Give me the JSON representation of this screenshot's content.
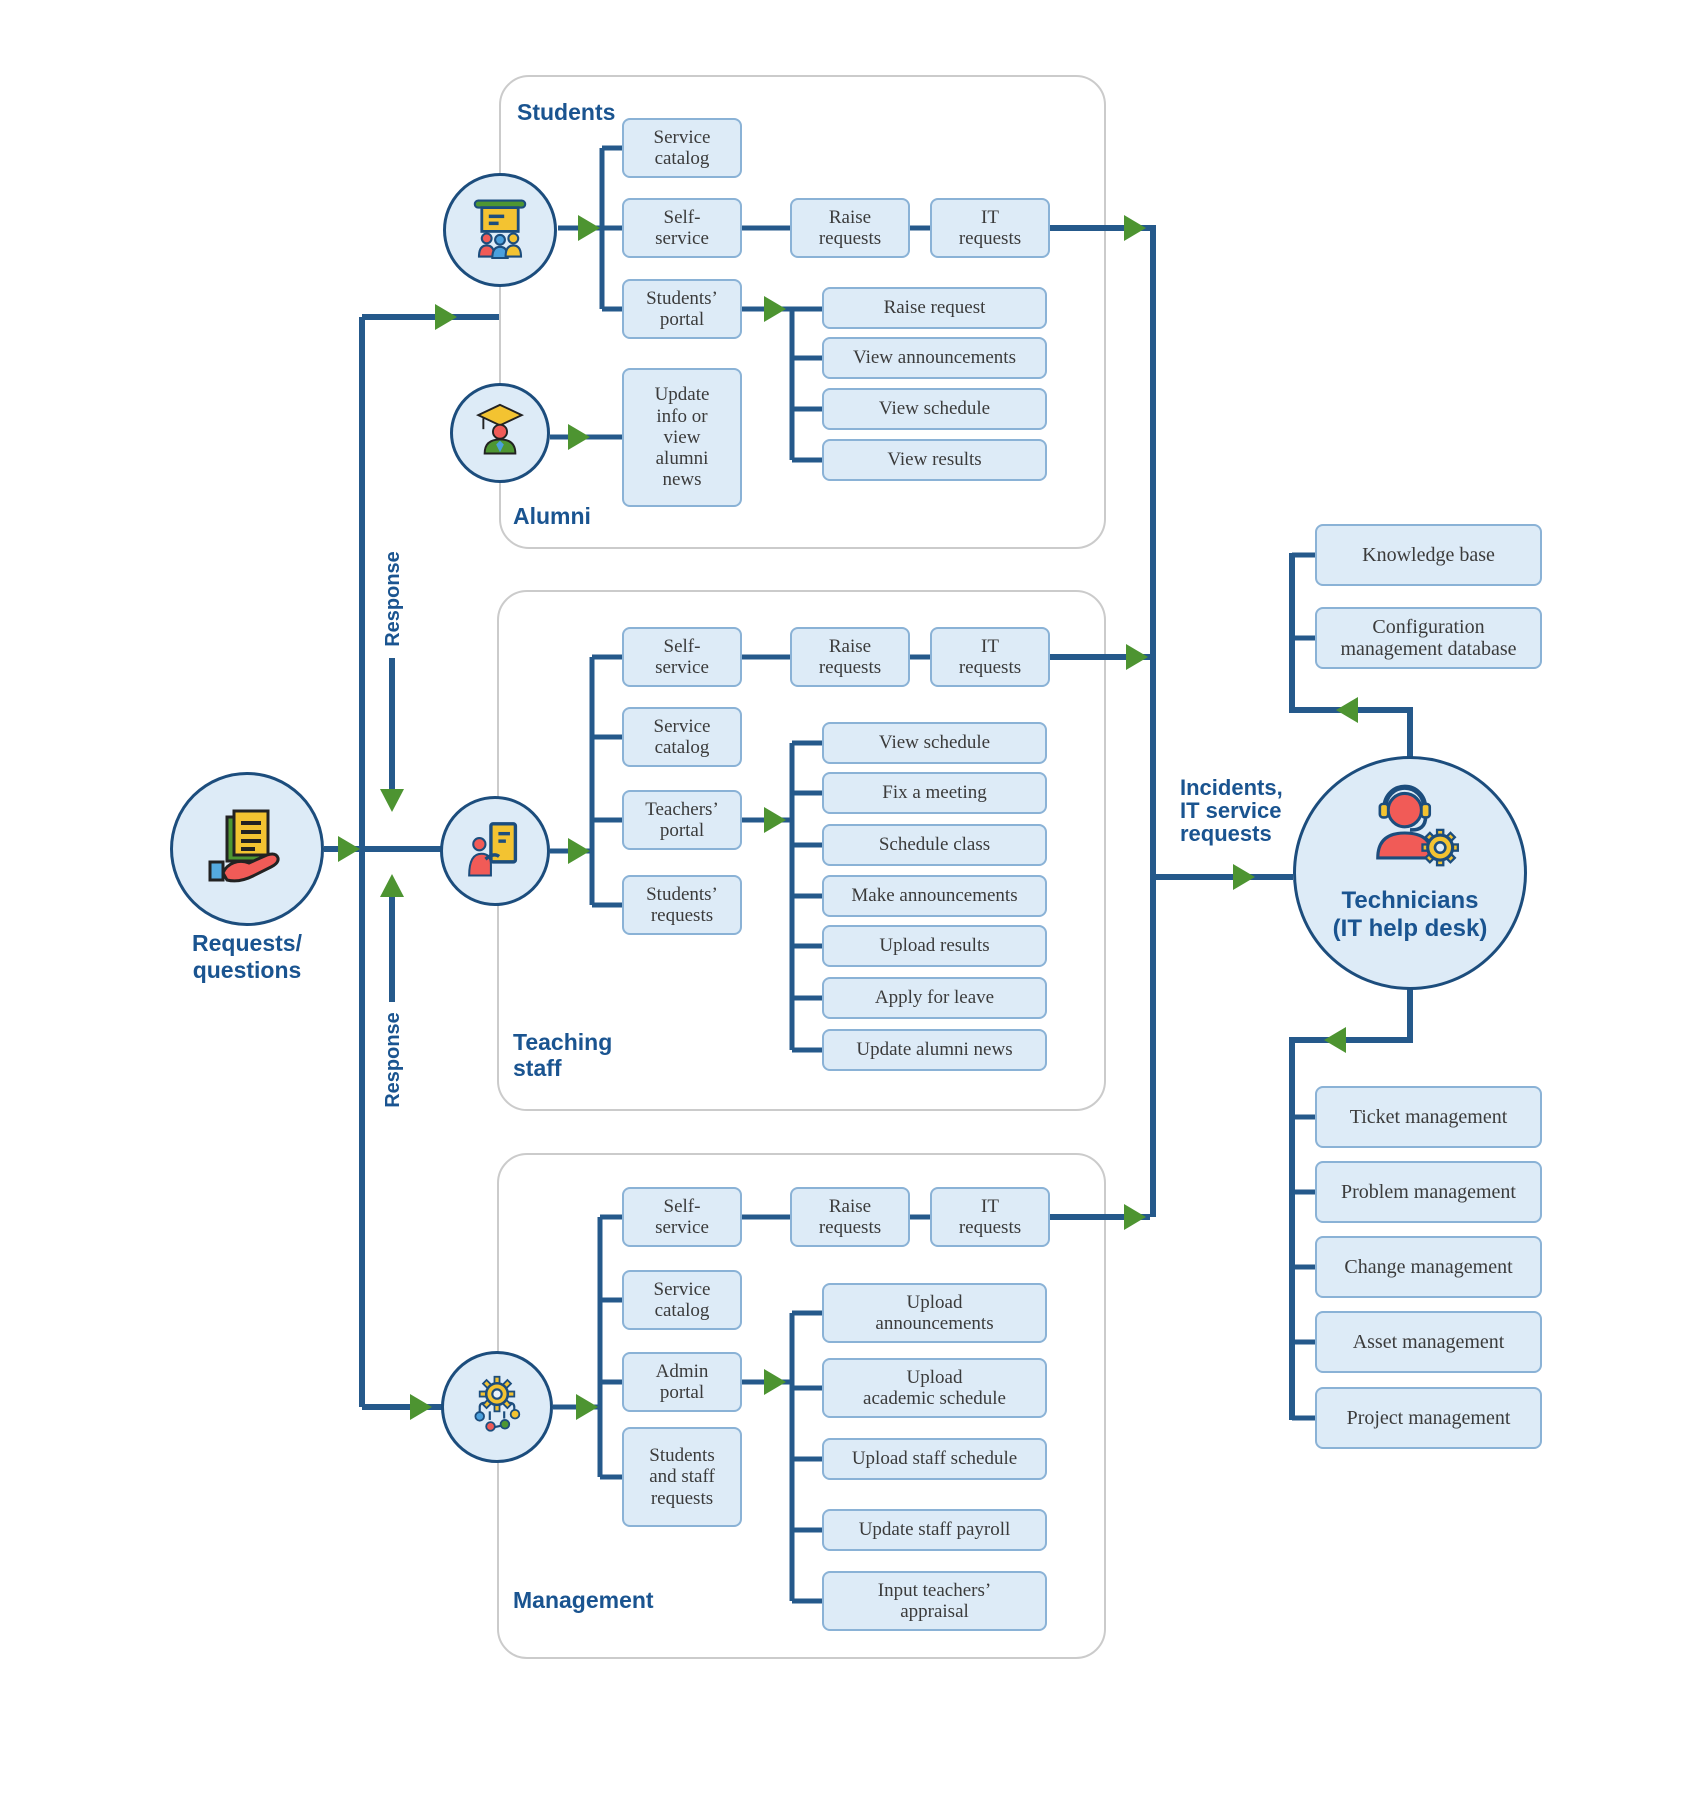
{
  "left": {
    "requests_label": "Requests/\nquestions",
    "response_label_top": "Response",
    "response_label_bottom": "Response"
  },
  "sections": {
    "students": {
      "title": "Students",
      "service_catalog": "Service\ncatalog",
      "self_service": "Self-\nservice",
      "raise_requests": "Raise\nrequests",
      "it_requests": "IT\nrequests",
      "portal": "Students’\nportal",
      "portal_items": [
        "Raise request",
        "View announcements",
        "View schedule",
        "View results"
      ]
    },
    "alumni": {
      "title": "Alumni",
      "update_box": "Update\ninfo or\nview\nalumni\nnews"
    },
    "teaching": {
      "title": "Teaching\nstaff",
      "self_service": "Self-\nservice",
      "raise_requests": "Raise\nrequests",
      "it_requests": "IT\nrequests",
      "service_catalog": "Service\ncatalog",
      "portal": "Teachers’\nportal",
      "students_requests": "Students’\nrequests",
      "portal_items": [
        "View schedule",
        "Fix a meeting",
        "Schedule class",
        "Make announcements",
        "Upload results",
        "Apply for leave",
        "Update alumni news"
      ]
    },
    "management": {
      "title": "Management",
      "self_service": "Self-\nservice",
      "raise_requests": "Raise\nrequests",
      "it_requests": "IT\nrequests",
      "service_catalog": "Service\ncatalog",
      "portal": "Admin\nportal",
      "students_staff_requests": "Students\nand staff\nrequests",
      "portal_items": [
        "Upload\nannouncements",
        "Upload\nacademic schedule",
        "Upload staff schedule",
        "Update staff payroll",
        "Input teachers’\nappraisal"
      ]
    }
  },
  "right": {
    "incidents_label": "Incidents,\nIT service\nrequests",
    "technicians_label": "Technicians\n(IT help desk)",
    "knowledge_boxes": [
      "Knowledge base",
      "Configuration\nmanagement database"
    ],
    "management_boxes": [
      "Ticket management",
      "Problem management",
      "Change management",
      "Asset management",
      "Project management"
    ]
  },
  "colors": {
    "line": "#25598b",
    "arrow": "#4d9431",
    "box_fill": "#ddebf7",
    "box_border": "#8ab2d6",
    "label_text": "#1a5490",
    "panel_border": "#cbcbcb"
  }
}
